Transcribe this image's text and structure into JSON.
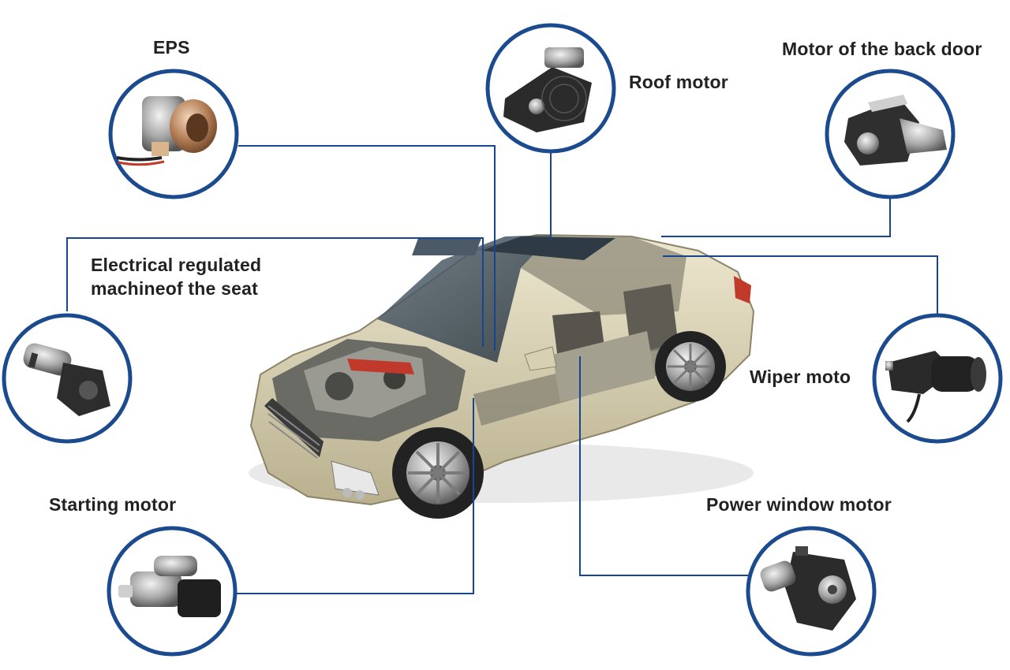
{
  "colors": {
    "connector": "#17458f",
    "ring": "#1b4a8e",
    "label": "#222222",
    "car_body": "#d9d2b4",
    "car_shadow": "#a89f80",
    "metal": "#6d6d6d",
    "glass": "#3a4a57"
  },
  "components": [
    {
      "id": "eps",
      "label": "EPS",
      "icon": "eps-motor-icon"
    },
    {
      "id": "roof",
      "label": "Roof motor",
      "icon": "roof-motor-icon"
    },
    {
      "id": "back-door",
      "label": "Motor of the back door",
      "icon": "back-door-motor-icon"
    },
    {
      "id": "seat",
      "label": "Electrical regulated machineof the seat",
      "icon": "seat-motor-icon"
    },
    {
      "id": "wiper",
      "label": "Wiper moto",
      "icon": "wiper-motor-icon"
    },
    {
      "id": "starting",
      "label": "Starting motor",
      "icon": "starting-motor-icon"
    },
    {
      "id": "window",
      "label": "Power window motor",
      "icon": "power-window-motor-icon"
    }
  ],
  "car": {
    "icon": "cutaway-car-icon"
  }
}
